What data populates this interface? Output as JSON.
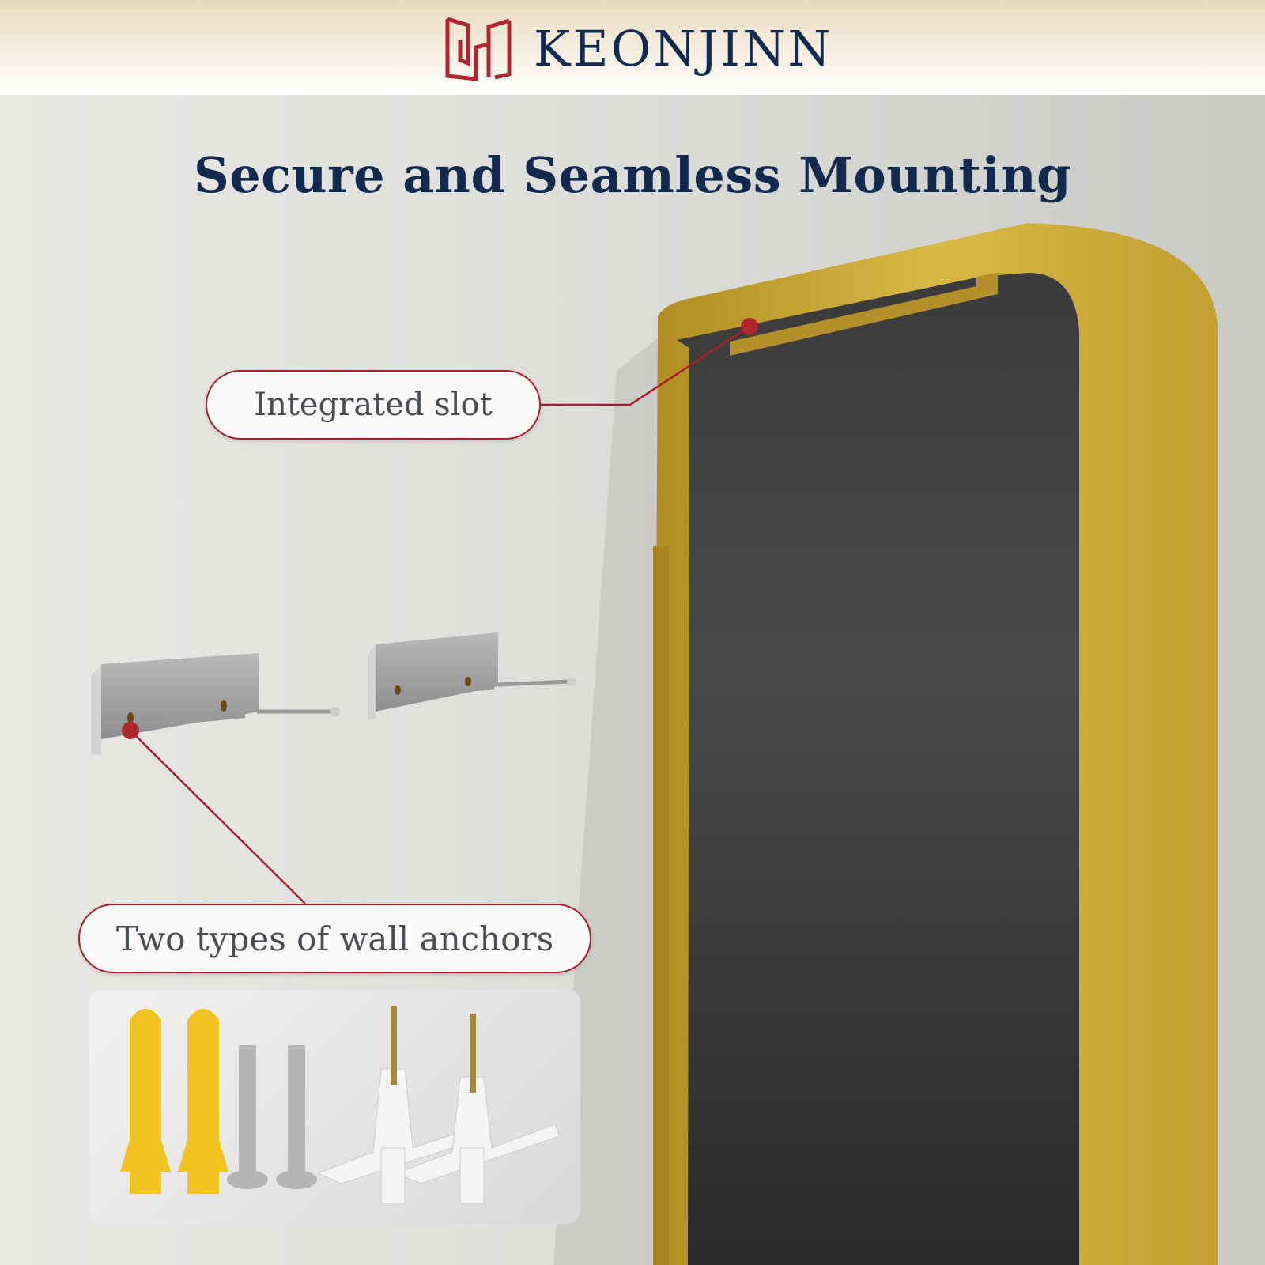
{
  "brand": {
    "name": "KEONJINN"
  },
  "headline": "Secure and Seamless Mounting",
  "callouts": {
    "slot": "Integrated slot",
    "anchors": "Two types of wall anchors"
  },
  "colors": {
    "navy": "#132a4f",
    "accent": "#a3212b",
    "gold": "#c9a53a"
  }
}
